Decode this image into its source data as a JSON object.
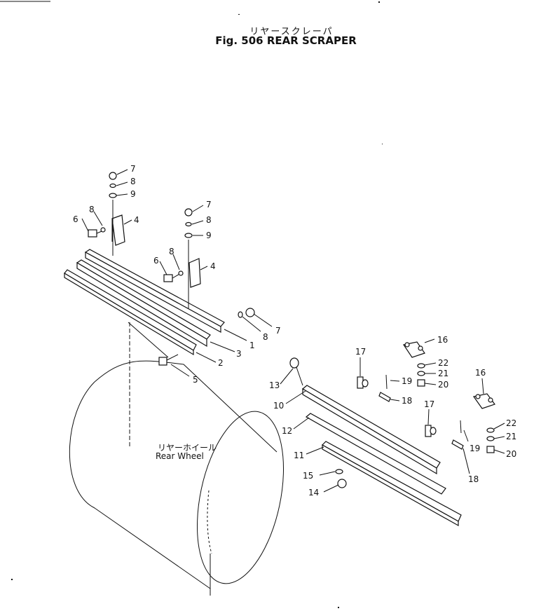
{
  "title": {
    "japanese": "リヤースクレーパ",
    "english": "Fig. 506 REAR SCRAPER"
  },
  "wheel_label": {
    "japanese": "リヤーホイール",
    "english": "Rear Wheel"
  },
  "callouts": {
    "n1": "1",
    "n2": "2",
    "n3": "3",
    "n4a": "4",
    "n4b": "4",
    "n5": "5",
    "n6a": "6",
    "n6b": "6",
    "n7a": "7",
    "n7b": "7",
    "n7c": "7",
    "n8a": "8",
    "n8b": "8",
    "n8c": "8",
    "n8d": "8",
    "n8e": "8",
    "n9a": "9",
    "n9b": "9",
    "n10": "10",
    "n11": "11",
    "n12": "12",
    "n13": "13",
    "n14": "14",
    "n15": "15",
    "n16a": "16",
    "n16b": "16",
    "n17a": "17",
    "n17b": "17",
    "n18a": "18",
    "n18b": "18",
    "n19a": "19",
    "n19b": "19",
    "n20a": "20",
    "n20b": "20",
    "n21a": "21",
    "n21b": "21",
    "n22a": "22",
    "n22b": "22"
  }
}
